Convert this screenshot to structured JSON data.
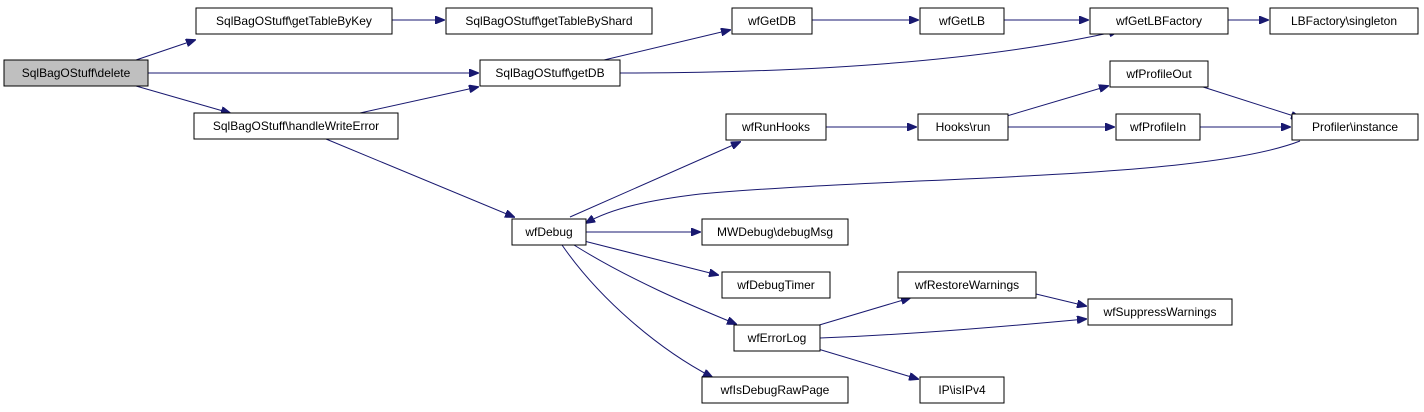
{
  "colors": {
    "edge": "#191970",
    "root_fill": "#bfbfbf",
    "node_fill": "#ffffff",
    "node_border": "#000000"
  },
  "nodes": {
    "delete": "SqlBagOStuff\\delete",
    "getTableByKey": "SqlBagOStuff\\getTableByKey",
    "getTableByShard": "SqlBagOStuff\\getTableByShard",
    "getDB": "SqlBagOStuff\\getDB",
    "handleWriteError": "SqlBagOStuff\\handleWriteError",
    "wfGetDB": "wfGetDB",
    "wfGetLB": "wfGetLB",
    "wfGetLBFactory": "wfGetLBFactory",
    "lbSingleton": "LBFactory\\singleton",
    "wfProfileOut": "wfProfileOut",
    "wfRunHooks": "wfRunHooks",
    "hooksRun": "Hooks\\run",
    "wfProfileIn": "wfProfileIn",
    "profilerInstance": "Profiler\\instance",
    "wfDebug": "wfDebug",
    "debugMsg": "MWDebug\\debugMsg",
    "wfDebugTimer": "wfDebugTimer",
    "wfRestoreWarnings": "wfRestoreWarnings",
    "wfSuppressWarnings": "wfSuppressWarnings",
    "wfErrorLog": "wfErrorLog",
    "ipIsIPv4": "IP\\isIPv4",
    "wfIsDebugRawPage": "wfIsDebugRawPage"
  }
}
